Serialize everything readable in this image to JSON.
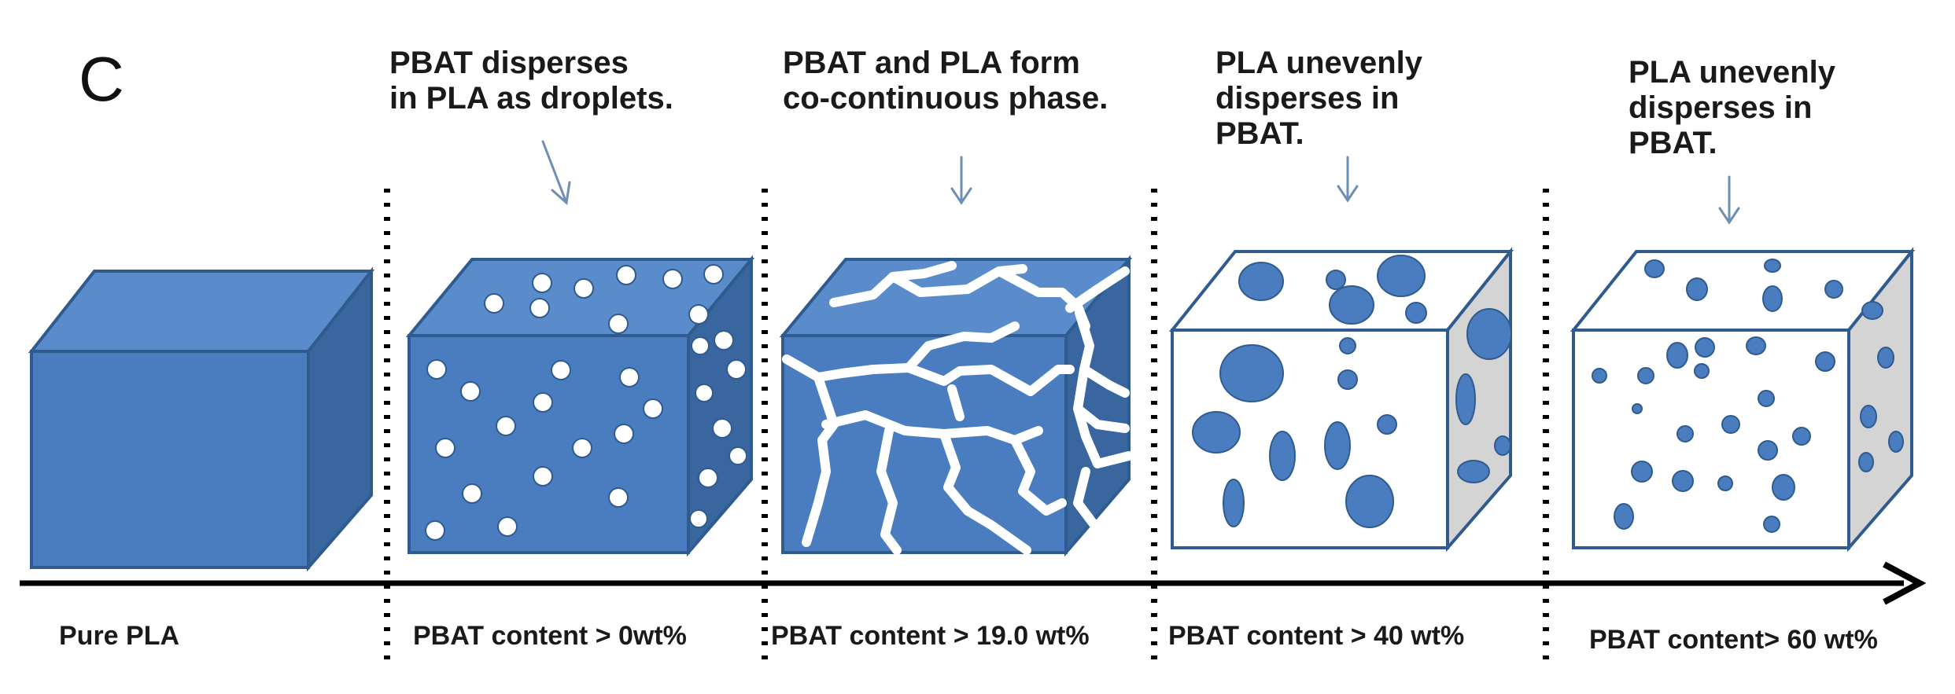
{
  "panel_label": "C",
  "annotations": [
    [
      "PBAT disperses",
      "in PLA as droplets."
    ],
    [
      "PBAT and PLA form",
      "co-continuous phase."
    ],
    [
      "PLA unevenly",
      "disperses in",
      "PBAT."
    ],
    [
      "PLA unevenly",
      "disperses in",
      "PBAT."
    ]
  ],
  "stage_labels": [
    "Pure PLA",
    "PBAT content > 0wt%",
    "PBAT content > 19.0 wt%",
    "PBAT content > 40 wt%",
    "PBAT content> 60 wt%"
  ],
  "colors": {
    "pla_blue": "#4a7dbf",
    "pla_blue_dark": "#39669f",
    "pla_blue_top": "#5a8ccb",
    "outline": "#2f5b8e",
    "pbat_white": "#ffffff",
    "side_gray": "#d4d4d4",
    "axis": "#000000",
    "arrow": "#6e8fb3"
  }
}
